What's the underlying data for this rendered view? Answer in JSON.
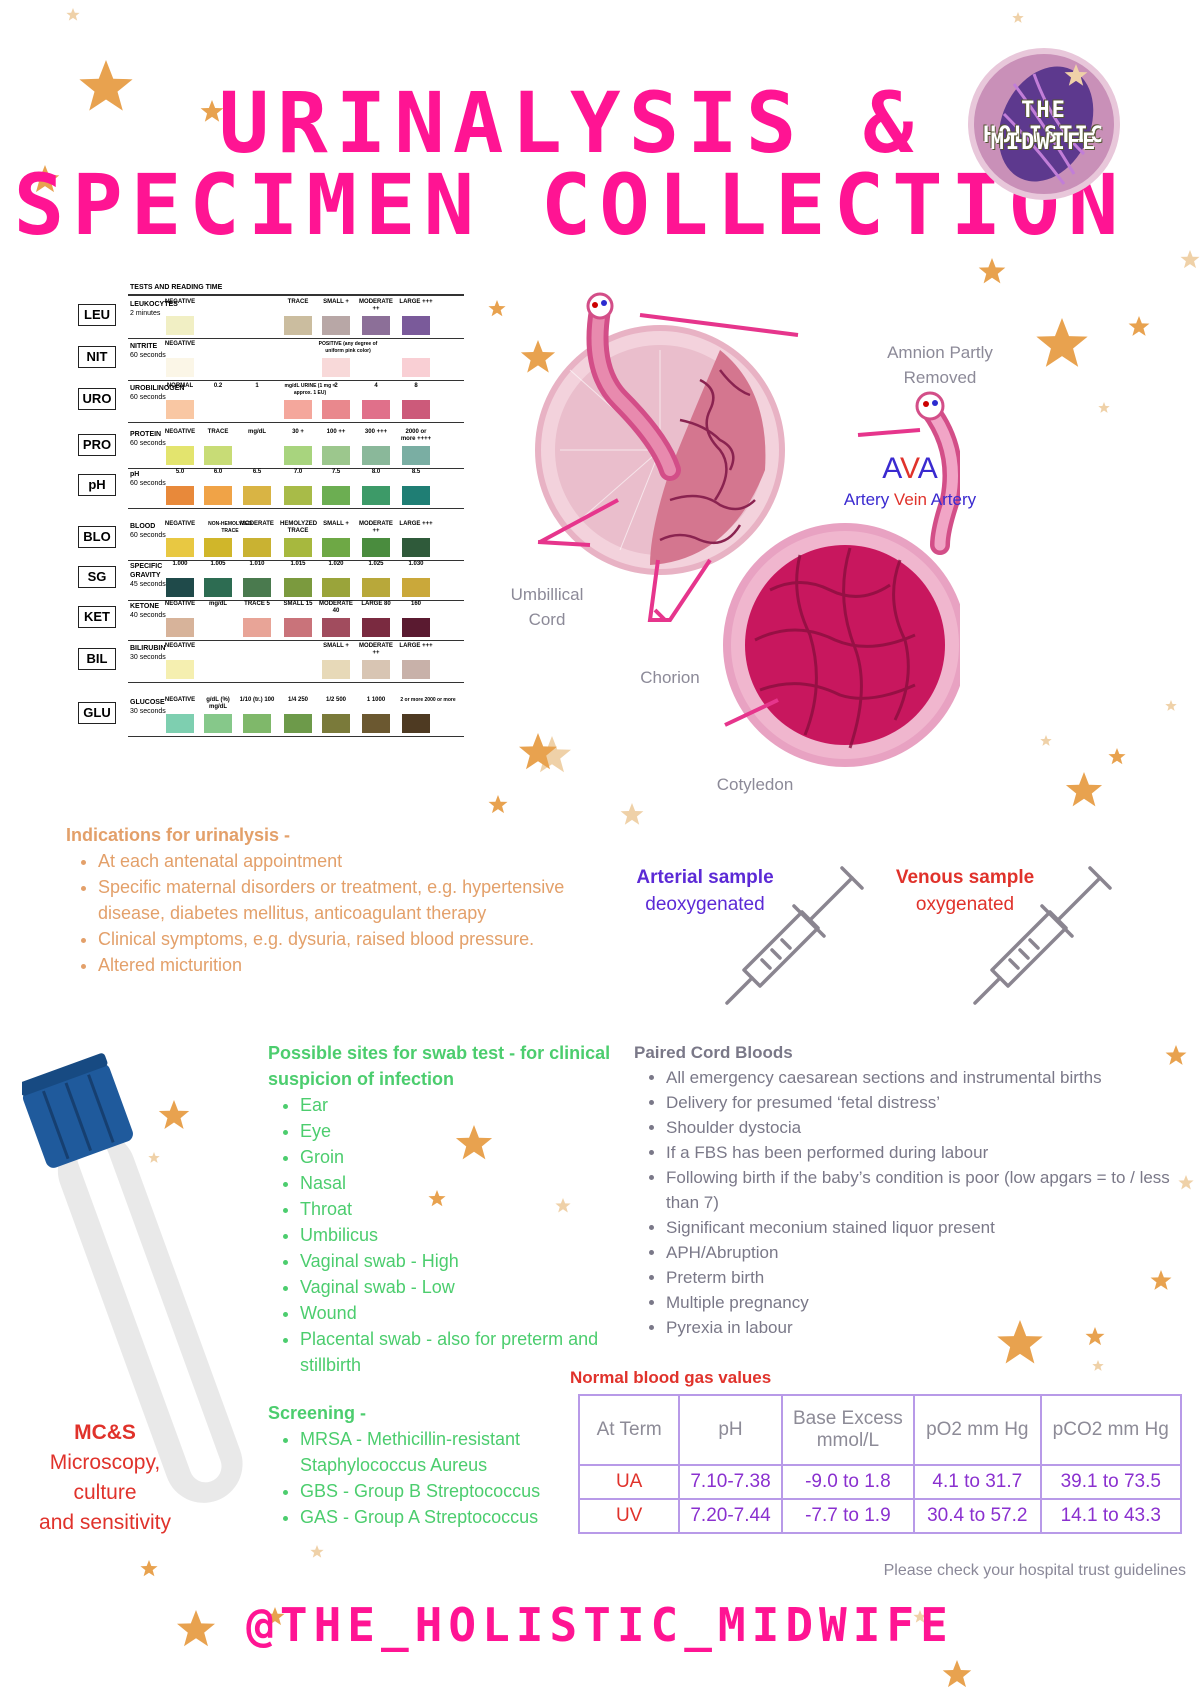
{
  "title": {
    "line1": "URINALYSIS &",
    "line2": "SPECIMEN COLLECTION"
  },
  "logo": {
    "line1": "THE HOLISTIC",
    "line2": "MIDWIFE"
  },
  "urine_chart": {
    "header": "TESTS AND READING TIME",
    "rows": [
      {
        "code": "LEU",
        "name": "LEUKOCYTES",
        "time": "2 minutes",
        "labels": [
          "NEGATIVE",
          "TRACE",
          "SMALL +",
          "MODERATE ++",
          "LARGE +++"
        ]
      },
      {
        "code": "NIT",
        "name": "NITRITE",
        "time": "60 seconds",
        "labels": [
          "NEGATIVE",
          "POSITIVE (any degree of uniform pink color)"
        ]
      },
      {
        "code": "URO",
        "name": "UROBILINOGEN",
        "time": "60 seconds",
        "labels": [
          "NORMAL",
          "0.2",
          "1",
          "mg/dL URINE (1 mg = approx. 1 EU)",
          "2",
          "4",
          "8"
        ]
      },
      {
        "code": "PRO",
        "name": "PROTEIN",
        "time": "60 seconds",
        "labels": [
          "NEGATIVE",
          "TRACE",
          "mg/dL",
          "30 +",
          "100 ++",
          "300 +++",
          "2000 or more ++++"
        ]
      },
      {
        "code": "pH",
        "name": "pH",
        "time": "60 seconds",
        "labels": [
          "5.0",
          "6.0",
          "6.5",
          "7.0",
          "7.5",
          "8.0",
          "8.5"
        ]
      },
      {
        "code": "BLO",
        "name": "BLOOD",
        "time": "60 seconds",
        "labels": [
          "NEGATIVE",
          "NON-HEMOLYZED TRACE",
          "MODERATE",
          "HEMOLYZED TRACE",
          "SMALL +",
          "MODERATE ++",
          "LARGE +++"
        ]
      },
      {
        "code": "SG",
        "name": "SPECIFIC GRAVITY",
        "time": "45 seconds",
        "labels": [
          "1.000",
          "1.005",
          "1.010",
          "1.015",
          "1.020",
          "1.025",
          "1.030"
        ]
      },
      {
        "code": "KET",
        "name": "KETONE",
        "time": "40 seconds",
        "labels": [
          "NEGATIVE",
          "mg/dL",
          "TRACE 5",
          "SMALL 15",
          "MODERATE 40",
          "LARGE 80",
          "160"
        ]
      },
      {
        "code": "BIL",
        "name": "BILIRUBIN",
        "time": "30 seconds",
        "labels": [
          "NEGATIVE",
          "SMALL +",
          "MODERATE ++",
          "LARGE +++"
        ]
      },
      {
        "code": "GLU",
        "name": "GLUCOSE",
        "time": "30 seconds",
        "labels": [
          "NEGATIVE",
          "g/dL (%) mg/dL",
          "1/10 (tr.) 100",
          "1/4 250",
          "1/2 500",
          "1 1000",
          "2 or more 2000 or more"
        ]
      }
    ]
  },
  "placenta": {
    "amnion": "Amnion Partly Removed",
    "ava": {
      "a1": "A",
      "v": "V",
      "a2": "A"
    },
    "ava_sub": {
      "a1": "Artery ",
      "v": "Vein",
      "a2": " Artery"
    },
    "cord": "Umbillical Cord",
    "chorion": "Chorion",
    "cotyledon": "Cotyledon"
  },
  "samples": {
    "arterial_title": "Arterial sample",
    "arterial_sub": "deoxygenated",
    "venous_title": "Venous sample",
    "venous_sub": "oxygenated"
  },
  "indications": {
    "title": "Indications for urinalysis -",
    "items": [
      "At each antenatal appointment",
      "Specific maternal disorders or treatment, e.g. hypertensive disease, diabetes mellitus, anticoagulant therapy",
      "Clinical symptoms, e.g. dysuria, raised blood pressure.",
      "Altered micturition"
    ]
  },
  "swab": {
    "title": "Possible sites for swab test - for clinical suspicion of infection",
    "items": [
      "Ear",
      "Eye",
      "Groin",
      "Nasal",
      "Throat",
      "Umbilicus",
      "Vaginal swab - High",
      "Vaginal swab - Low",
      "Wound",
      "Placental swab - also for preterm and stillbirth"
    ]
  },
  "screening": {
    "title": "Screening -",
    "items": [
      "MRSA - Methicillin-resistant Staphylococcus Aureus",
      "GBS - Group B Streptococcus",
      "GAS - Group A Streptococcus"
    ]
  },
  "mcs": {
    "line1": "MC&S",
    "line2": "Microscopy,",
    "line3": "culture",
    "line4": "and sensitivity"
  },
  "cord_bloods": {
    "title": "Paired Cord Bloods",
    "items": [
      "All emergency caesarean sections and instrumental births",
      "Delivery for presumed ‘fetal distress’",
      "Shoulder dystocia",
      "If a FBS has been performed during labour",
      "Following birth if the baby’s condition is poor (low apgars = to / less than 7)",
      "Significant meconium stained liquor present",
      "APH/Abruption",
      "Preterm birth",
      "Multiple pregnancy",
      "Pyrexia in labour"
    ]
  },
  "blood_gas": {
    "title": "Normal blood gas values",
    "headers": [
      "At Term",
      "pH",
      "Base Excess mmol/L",
      "pO2 mm Hg",
      "pCO2 mm Hg"
    ],
    "rows": [
      [
        "UA",
        "7.10-7.38",
        "-9.0 to 1.8",
        "4.1 to 31.7",
        "39.1 to 73.5"
      ],
      [
        "UV",
        "7.20-7.44",
        "-7.7 to 1.9",
        "30.4 to 57.2",
        "14.1 to 43.3"
      ]
    ]
  },
  "note": "Please check your hospital trust guidelines",
  "handle": "@THE_HOLISTIC_MIDWIFE",
  "colors": {
    "pink": "#ff1493",
    "orange": "#e3a06a",
    "green": "#4ccd6e",
    "grey": "#7a7888",
    "red": "#e0322b",
    "purple": "#6a2ee0"
  }
}
